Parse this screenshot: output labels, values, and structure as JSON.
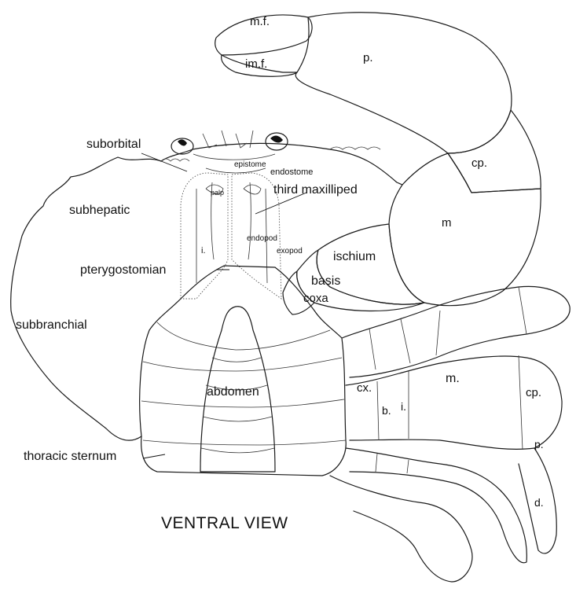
{
  "figure": {
    "view_title": "VENTRAL VIEW",
    "labels": {
      "movable_finger": "m.f.",
      "immovable_finger": "im.f.",
      "propodus": "p.",
      "carpus_claw": "cp.",
      "merus_claw": "m",
      "suborbital": "suborbital",
      "epistome": "epistome",
      "endostome": "endostome",
      "third_maxilliped": "third maxilliped",
      "palp": "palp",
      "subhepatic": "subhepatic",
      "endopod": "endopod",
      "exopod": "exopod",
      "ischium_maxilliped": "i.",
      "ischium": "ischium",
      "basis": "basis",
      "coxa": "coxa",
      "pterygostomian": "pterygostomian",
      "subbranchial": "subbranchial",
      "abdomen": "abdomen",
      "thoracic_sternum": "thoracic sternum",
      "coxa_leg": "cx.",
      "basis_leg": "b.",
      "ischium_leg": "i.",
      "merus_leg": "m.",
      "carpus_leg": "cp.",
      "propodus_leg": "p.",
      "dactyl_leg": "d."
    }
  }
}
